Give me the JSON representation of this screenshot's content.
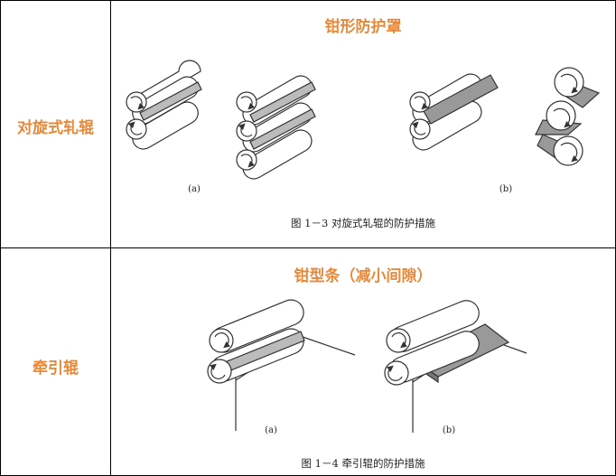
{
  "rows": [
    {
      "label": "对旋式轧辊",
      "heading": "钳形防护罩",
      "sub_a": "(a)",
      "sub_b": "(b)",
      "caption": "图 1－3   对旋式轧辊的防护措施"
    },
    {
      "label": "牵引辊",
      "heading": "钳型条（减小间隙）",
      "sub_a": "(a)",
      "sub_b": "(b)",
      "caption": "图 1－4   牵引辊的防护措施"
    }
  ]
}
